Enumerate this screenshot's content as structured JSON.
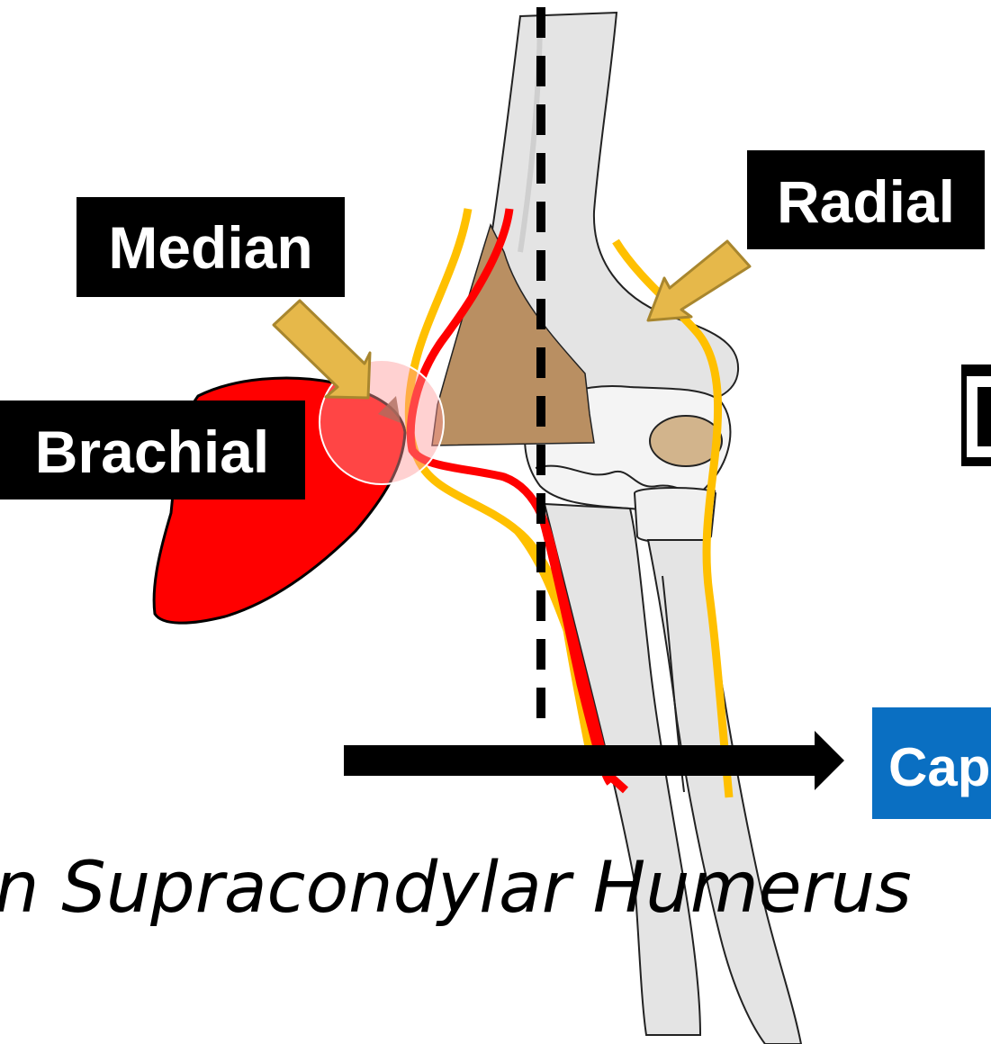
{
  "labels": {
    "median": "Median",
    "radial": "Radial",
    "brachial": "Brachial",
    "boxed_partial": "Cap",
    "caption": "n Supracondylar Humerus"
  },
  "colors": {
    "background": "#ffffff",
    "bone_fill": "#e4e4e4",
    "bone_outline": "#222222",
    "fracture_fragment": "#b98f62",
    "artery": "#ff0000",
    "nerve": "#ffc000",
    "pointer_arrow": "#e6b84a",
    "pointer_arrow_outline": "#a8862e",
    "label_box": "#000000",
    "label_text": "#ffffff",
    "blue_box": "#0a6fc2",
    "caption_text": "#000000"
  },
  "icons": [
    "pointer-arrow",
    "direction-arrow"
  ]
}
